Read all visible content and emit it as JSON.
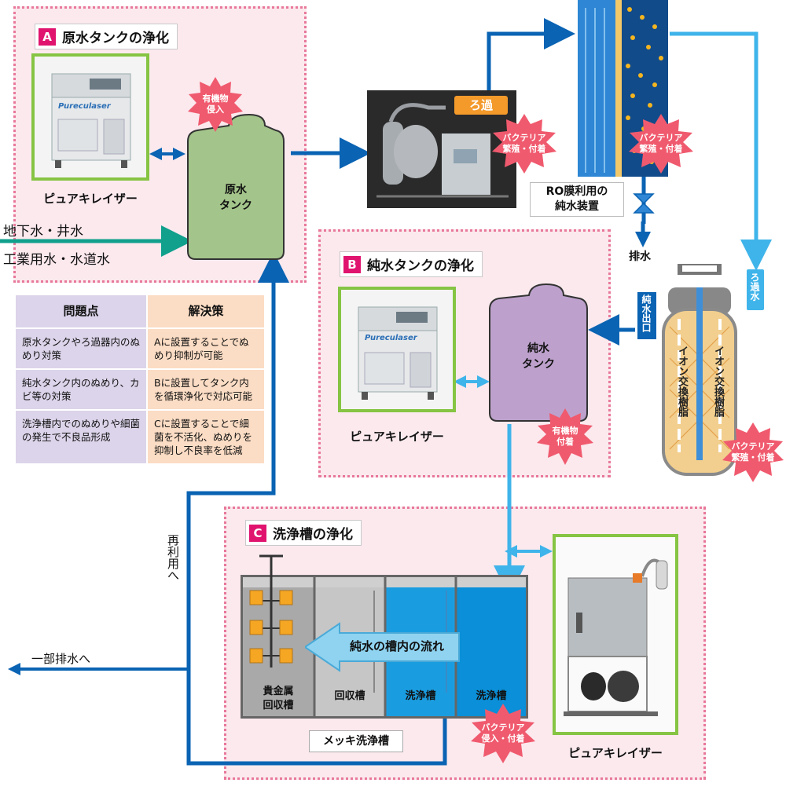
{
  "section_a": {
    "letter": "A",
    "title": "原水タンクの浄化"
  },
  "section_b": {
    "letter": "B",
    "title": "純水タンクの浄化"
  },
  "section_c": {
    "letter": "C",
    "title": "洗浄槽の浄化"
  },
  "purifier_label": "ピュアキレイザー",
  "purifier_logo": "Pureculaser",
  "raw_tank": "原水\nタンク",
  "pure_tank": "純水\nタンク",
  "inputs": {
    "groundwater": "地下水・井水",
    "industrial": "工業用水・水道水"
  },
  "filter_label": "ろ過",
  "ro_label": "RO膜利用の\n純水装置",
  "drain": "排水",
  "filtered_water": "ろ過水",
  "pure_water_out": "純水出口",
  "ion_exchange": "イオン交換樹脂",
  "bursts": {
    "organic_intrusion": "有機物\n侵入",
    "bacteria_1": "バクテリア\n繁殖・付着",
    "bacteria_2": "バクテリア\n繁殖・付着",
    "bacteria_3": "バクテリア\n繁殖・付着",
    "organic_adhesion": "有機物\n付着",
    "bacteria_intrusion": "バクテリア\n侵入・付着"
  },
  "table": {
    "header_problem": "問題点",
    "header_solution": "解決策",
    "rows": [
      {
        "problem": "原水タンクやろ過器内のぬめり対策",
        "solution": "Aに設置することでぬめり抑制が可能"
      },
      {
        "problem": "純水タンク内のぬめり、カビ等の対策",
        "solution": "Bに設置してタンク内を循環浄化で対応可能"
      },
      {
        "problem": "洗浄槽内でのぬめりや細菌の発生で不良品形成",
        "solution": "Cに設置することで細菌を不活化、ぬめりを抑制し不良率を低減"
      }
    ]
  },
  "reuse": "再利用へ",
  "partial_drain": "一部排水へ",
  "baths": {
    "precious_metal": "貴金属\n回収槽",
    "recovery": "回収槽",
    "wash1": "洗浄槽",
    "wash2": "洗浄槽"
  },
  "flow_label": "純水の槽内の流れ",
  "plating_label": "メッキ洗浄槽",
  "colors": {
    "dark_blue": "#0a63b3",
    "light_blue": "#3fb4ea",
    "teal": "#10a08c",
    "pink_zone": "#fbe9ee",
    "burst": "#f05a6e",
    "green_frame": "#86c443"
  }
}
